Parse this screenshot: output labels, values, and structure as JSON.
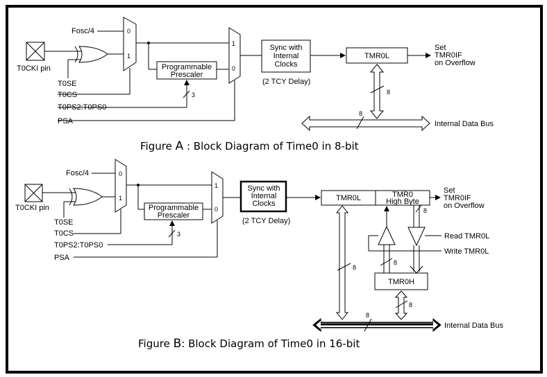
{
  "figA": {
    "fosc": "Fosc/4",
    "tocki": "T0CKI pin",
    "tose": "T0SE",
    "tocs": "T0CS",
    "tops": "T0PS2:T0PS0",
    "psa": "PSA",
    "mux1_0": "0",
    "mux1_1": "1",
    "mux2_1": "1",
    "mux2_0": "0",
    "prescaler_1": "Programmable",
    "prescaler_2": "Prescaler",
    "prescaler_bits": "3",
    "sync_1": "Sync with",
    "sync_2": "Internal",
    "sync_3": "Clocks",
    "delay": "(2 TCY Delay)",
    "tmr0l": "TMR0L",
    "set_1": "Set",
    "set_2": "TMR0IF",
    "set_3": "on Overflow",
    "bus_bits_a": "8",
    "bus_bits_b": "8",
    "bus": "Internal Data Bus",
    "caption_pre": "Figure ",
    "caption_letter": "A",
    "caption_post": " : Block Diagram of Time0 in 8-bit"
  },
  "figB": {
    "fosc": "Fosc/4",
    "tocki": "T0CKI pin",
    "tose": "T0SE",
    "tocs": "T0CS",
    "tops": "T0PS2:T0PS0",
    "psa": "PSA",
    "mux1_0": "0",
    "mux1_1": "1",
    "mux2_1": "1",
    "mux2_0": "0",
    "prescaler_1": "Programmable",
    "prescaler_2": "Prescaler",
    "prescaler_bits": "3",
    "sync_1": "Sync with",
    "sync_2": "Internal",
    "sync_3": "Clocks",
    "delay": "(2 TCY Delay)",
    "tmr0l": "TMR0L",
    "tmr0_hb_1": "TMR0",
    "tmr0_hb_2": "High Byte",
    "tmr0h": "TMR0H",
    "set_1": "Set",
    "set_2": "TMR0IF",
    "set_3": "on Overflow",
    "read": "Read TMR0L",
    "write": "Write TMR0L",
    "bits_hb": "8",
    "bits_tmr0h": "8",
    "bits_left": "8",
    "bits_h_bus": "8",
    "bits_bus": "8",
    "bus": "Internal Data Bus",
    "caption_pre": "Figure ",
    "caption_letter": "B",
    "caption_post": ": Block Diagram of Time0 in 16-bit"
  }
}
